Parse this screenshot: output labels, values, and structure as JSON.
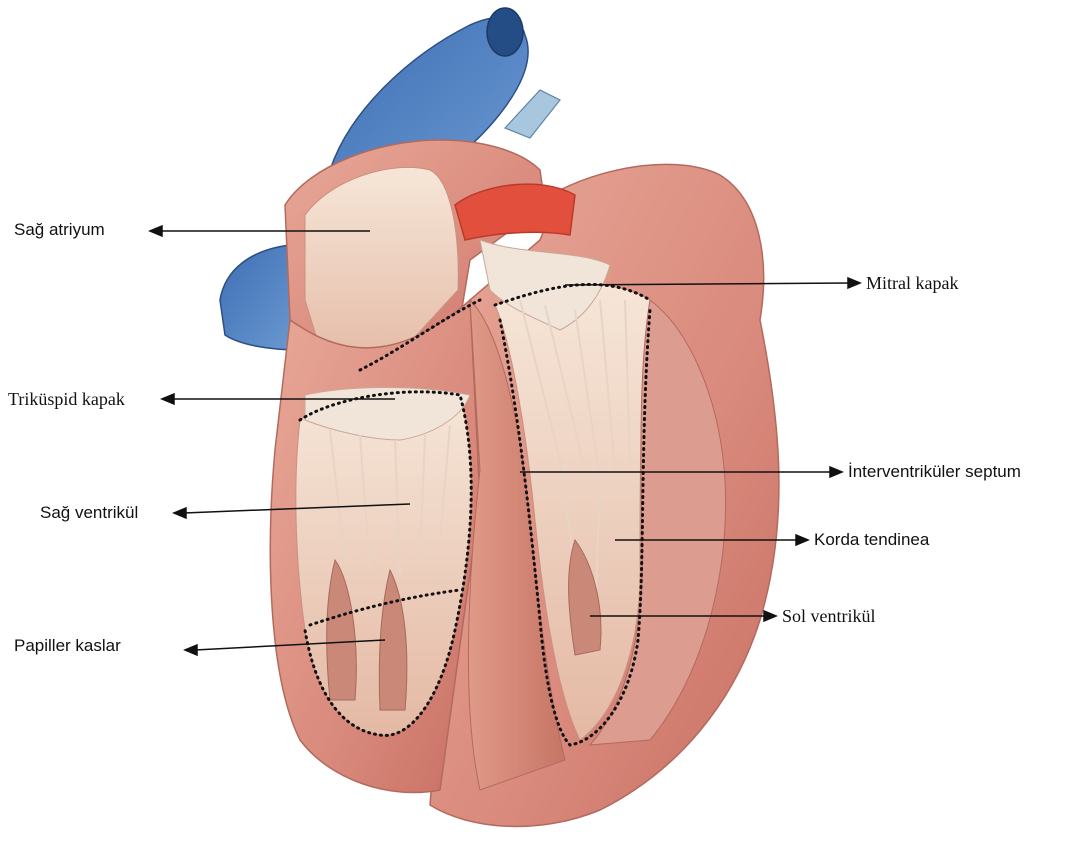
{
  "labels": {
    "sag_atriyum": "Sağ atriyum",
    "trikuspid_kapak": "Triküspid kapak",
    "sag_ventrikul": "Sağ ventrikül",
    "papiller_kaslar": "Papiller kaslar",
    "mitral_kapak": "Mitral kapak",
    "interventrikuler_septum": "İnterventriküler septum",
    "korda_tendinea": "Korda tendinea",
    "sol_ventrikul": "Sol ventrikül"
  },
  "colors": {
    "vein_blue": "#4f7fbf",
    "myocardium": "#d98a7c",
    "myocardium_light": "#efc1b2",
    "chamber": "#f3dcca",
    "valve_red": "#e2503d",
    "arrow": "#111111"
  }
}
